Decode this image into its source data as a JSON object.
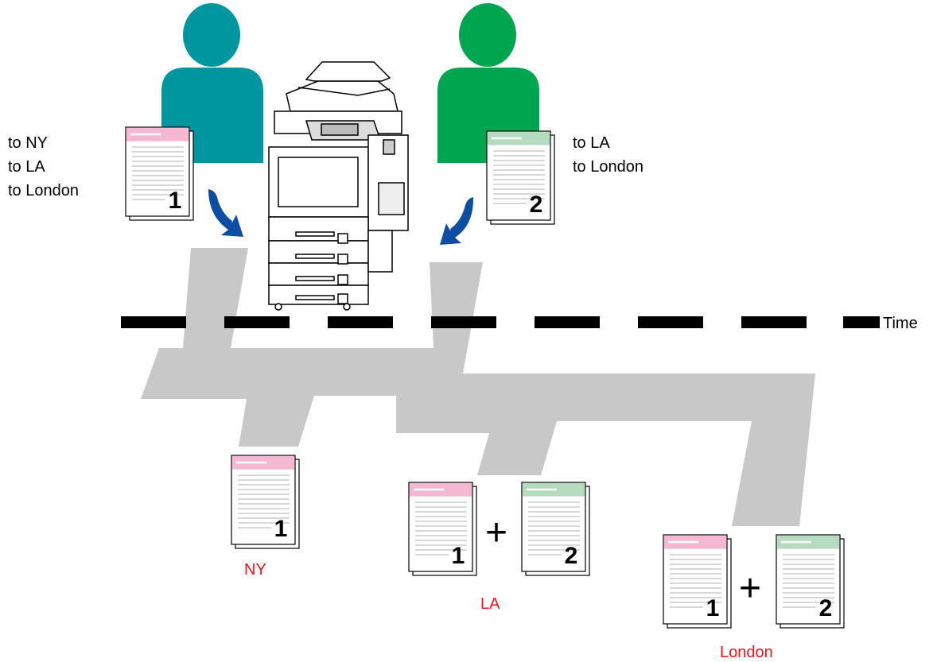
{
  "sender_left": {
    "doc_number": "1",
    "destinations": [
      "to NY",
      "to LA",
      "to London"
    ],
    "person_color": "#00969f",
    "header_color": "#f4b8d3"
  },
  "sender_right": {
    "doc_number": "2",
    "destinations": [
      "to LA",
      "to London"
    ],
    "person_color": "#00a54f",
    "header_color": "#b6dcc0"
  },
  "timeline": {
    "label": "Time"
  },
  "outputs": {
    "ny": {
      "label": "NY",
      "doc_number": "1"
    },
    "la": {
      "label": "LA",
      "doc_a": "1",
      "plus": "+",
      "doc_b": "2"
    },
    "london": {
      "label": "London",
      "doc_a": "1",
      "plus": "+",
      "doc_b": "2"
    }
  },
  "colors": {
    "path_gray": "#c8c8c8",
    "arrow_blue": "#0d4ea3",
    "destination_red": "#e8151b"
  }
}
